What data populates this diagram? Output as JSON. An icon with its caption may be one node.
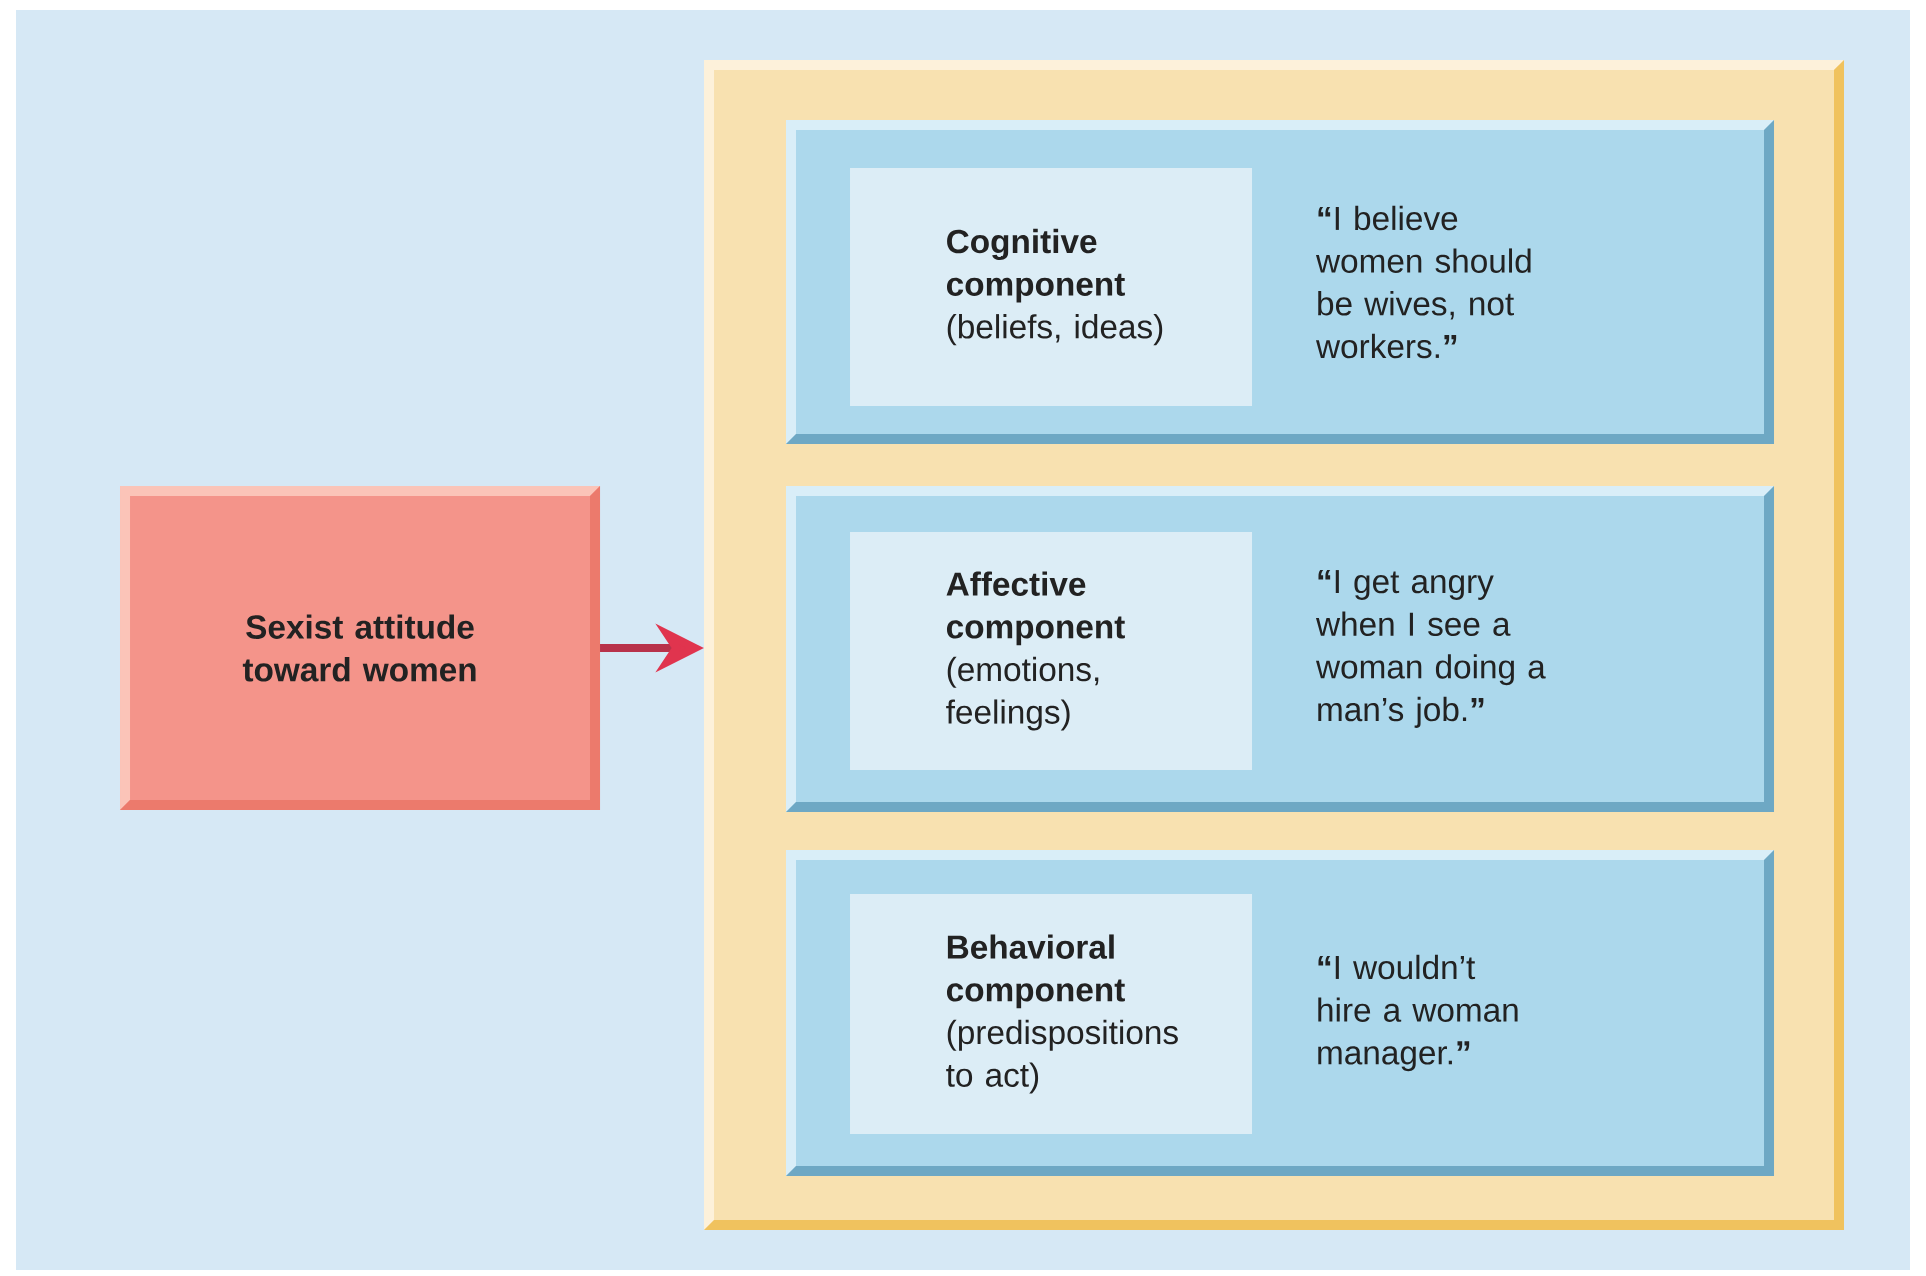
{
  "diagram": {
    "nodes": [
      {
        "text": [
          "Sexist attitude toward women"
        ]
      },
      {
        "text": [],
        "shape": "box"
      },
      {
        "text": [
          "**“**I believe women should be wives, not workers.**”**"
        ],
        "in": 1
      },
      {
        "text": [
          "Cognitive component",
          "(beliefs, ideas)"
        ],
        "in": 2
      },
      {
        "text": [
          "**“**I get angry when I see a woman doing a man’s job.**”**"
        ],
        "in": 1
      },
      {
        "text": [
          "Affective component",
          "(emotions, feelings)"
        ],
        "in": 4
      },
      {
        "text": [
          "**“**I wouldn’t hire a woman manager.**”**"
        ],
        "in": 1
      },
      {
        "text": [
          "Behavioral component",
          "(predispositions to act)"
        ],
        "in": 6
      }
    ],
    "edges": [
      {
        "from": 0,
        "to": 1,
        "arrow": "to"
      }
    ]
  }
}
